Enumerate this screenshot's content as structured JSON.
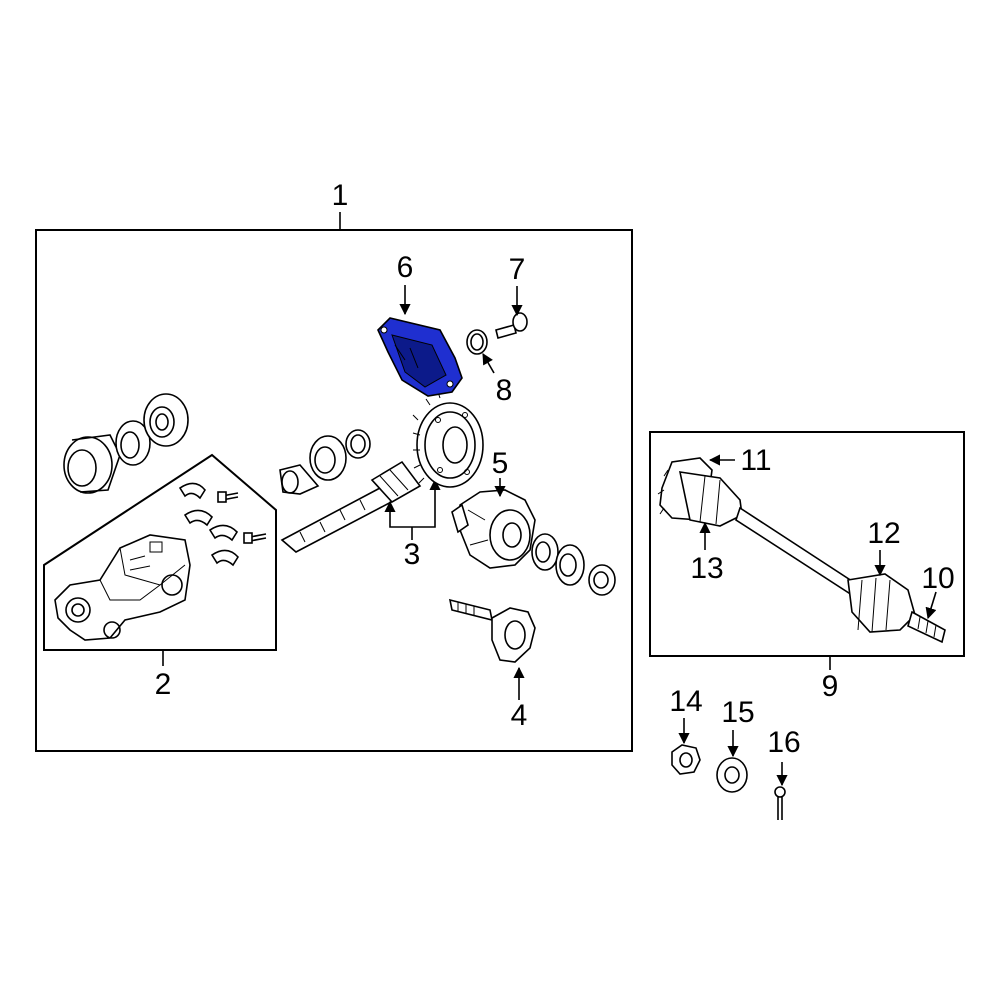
{
  "highlight_color": "#1f2fd0",
  "callouts": {
    "c1": "1",
    "c2": "2",
    "c3": "3",
    "c4": "4",
    "c5": "5",
    "c6": "6",
    "c7": "7",
    "c8": "8",
    "c9": "9",
    "c10": "10",
    "c11": "11",
    "c12": "12",
    "c13": "13",
    "c14": "14",
    "c15": "15",
    "c16": "16"
  }
}
